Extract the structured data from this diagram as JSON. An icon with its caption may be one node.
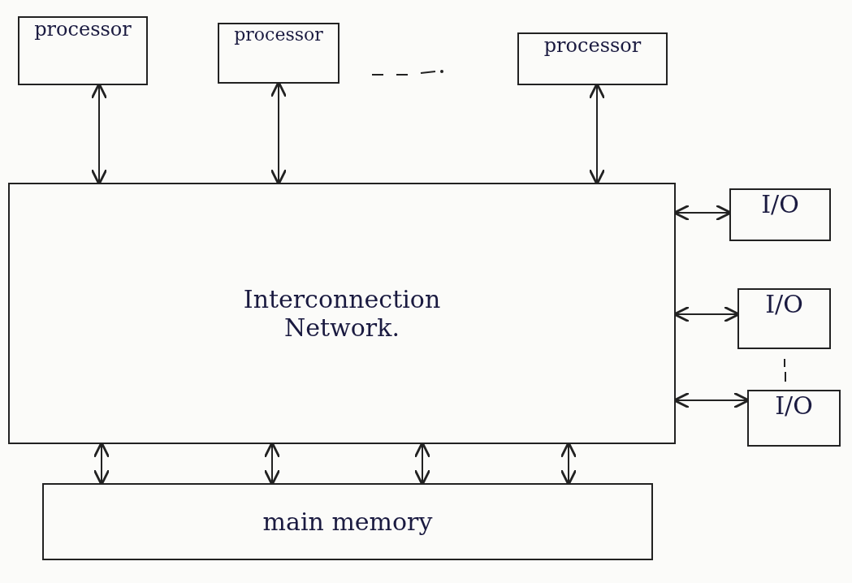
{
  "diagram": {
    "nodes": [
      {
        "text": [
          "processor"
        ]
      },
      {
        "text": [
          "processor"
        ]
      },
      {
        "text": [
          "processor"
        ]
      },
      {
        "text": [
          "Interconnection Network."
        ]
      },
      {
        "text": [
          "I/O"
        ]
      },
      {
        "text": [
          "I/O"
        ]
      },
      {
        "text": [
          "I/O"
        ]
      },
      {
        "text": [
          "main memory"
        ]
      }
    ],
    "edges": [
      {
        "from": 0,
        "to": 3,
        "arrow": "both"
      },
      {
        "from": 1,
        "to": 3,
        "arrow": "both"
      },
      {
        "from": 2,
        "to": 3,
        "arrow": "both"
      },
      {
        "from": 3,
        "to": 4,
        "arrow": "both"
      },
      {
        "from": 3,
        "to": 5,
        "arrow": "both"
      },
      {
        "from": 3,
        "to": 6,
        "arrow": "both"
      },
      {
        "from": 3,
        "to": 7,
        "arrow": "both"
      },
      {
        "from": 3,
        "to": 7,
        "arrow": "both"
      },
      {
        "from": 3,
        "to": 7,
        "arrow": "both"
      },
      {
        "from": 3,
        "to": 7,
        "arrow": "both"
      }
    ]
  }
}
